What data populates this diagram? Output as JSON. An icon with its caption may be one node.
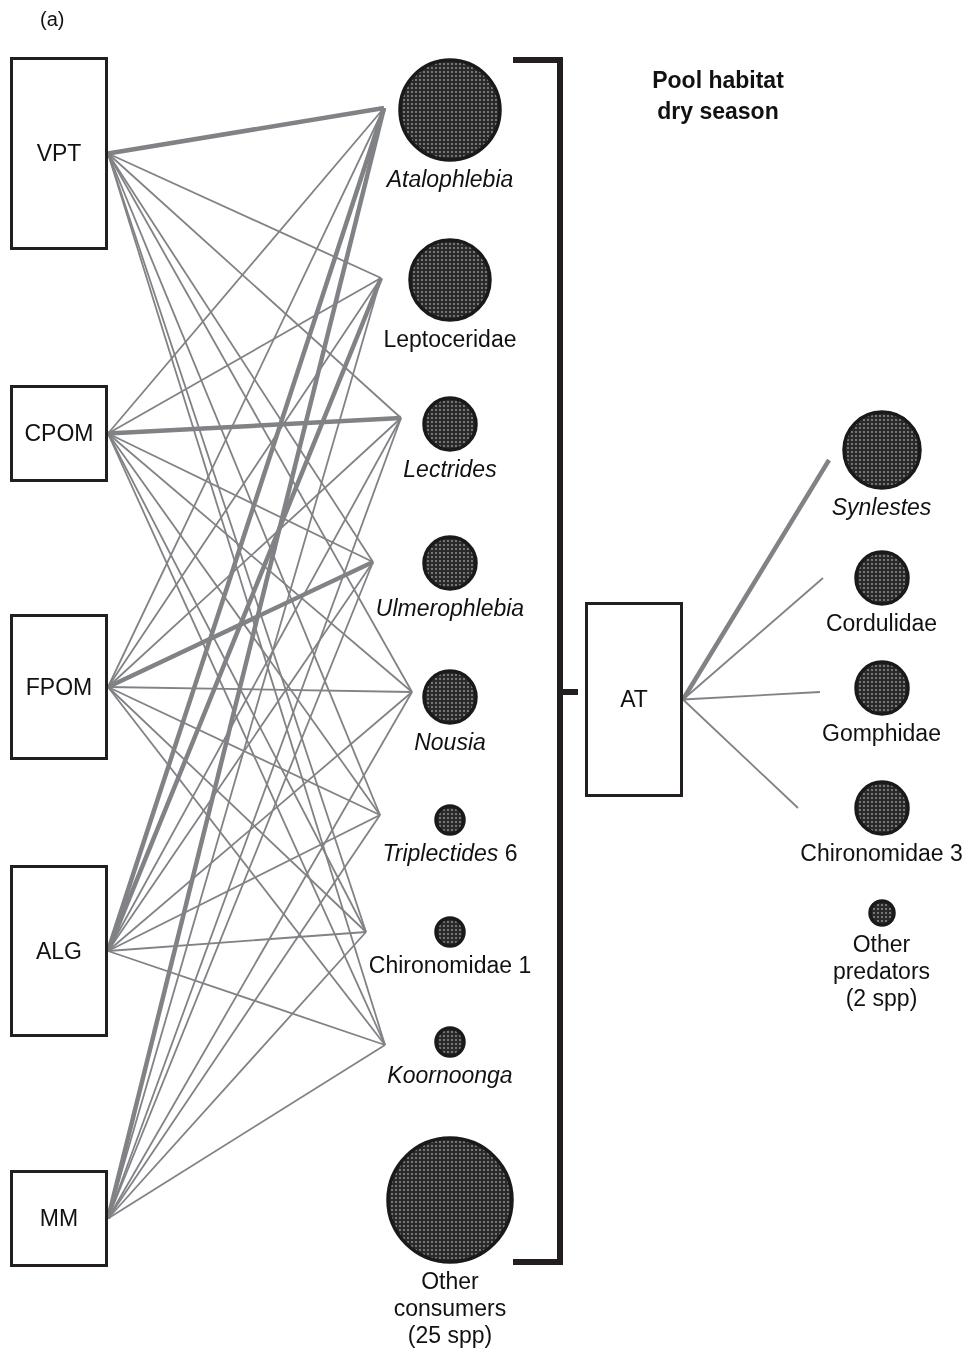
{
  "diagram": {
    "title": "Pool habitat dry season",
    "nodes": [
      {
        "text": [
          "VPT"
        ]
      },
      {
        "text": [
          "CPOM"
        ]
      },
      {
        "text": [
          "FPOM"
        ]
      },
      {
        "text": [
          "ALG"
        ]
      },
      {
        "text": [
          "MM"
        ]
      },
      {
        "text": [
          "*Atalophlebia*"
        ]
      },
      {
        "text": [
          "Leptoceridae"
        ]
      },
      {
        "text": [
          "*Lectrides*"
        ]
      },
      {
        "text": [
          "*Ulmerophlebia*"
        ]
      },
      {
        "text": [
          "*Nousia*"
        ]
      },
      {
        "text": [
          "*Triplectides* 6"
        ]
      },
      {
        "text": [
          "Chironomidae 1"
        ]
      },
      {
        "text": [
          "*Koornoonga*"
        ]
      },
      {
        "text": [
          "Other consumers (25 spp)"
        ]
      },
      {
        "text": [
          "AT"
        ]
      },
      {
        "text": [
          "*Synlestes*"
        ]
      },
      {
        "text": [
          "Cordulidae"
        ]
      },
      {
        "text": [
          "Gomphidae"
        ]
      },
      {
        "text": [
          "Chironomidae 3"
        ]
      },
      {
        "text": [
          "Other predators (2 spp)"
        ]
      }
    ],
    "edges": [
      {
        "from": 0,
        "to": 5,
        "arrow": "none",
        "style": "thick"
      },
      {
        "from": 0,
        "to": 6,
        "arrow": "none"
      },
      {
        "from": 0,
        "to": 7,
        "arrow": "none"
      },
      {
        "from": 0,
        "to": 8,
        "arrow": "none"
      },
      {
        "from": 0,
        "to": 9,
        "arrow": "none"
      },
      {
        "from": 0,
        "to": 10,
        "arrow": "none"
      },
      {
        "from": 0,
        "to": 11,
        "arrow": "none"
      },
      {
        "from": 0,
        "to": 12,
        "arrow": "none"
      },
      {
        "from": 1,
        "to": 5,
        "arrow": "none"
      },
      {
        "from": 1,
        "to": 6,
        "arrow": "none"
      },
      {
        "from": 1,
        "to": 7,
        "arrow": "none",
        "style": "thick"
      },
      {
        "from": 1,
        "to": 8,
        "arrow": "none"
      },
      {
        "from": 1,
        "to": 9,
        "arrow": "none"
      },
      {
        "from": 1,
        "to": 10,
        "arrow": "none"
      },
      {
        "from": 1,
        "to": 11,
        "arrow": "none"
      },
      {
        "from": 1,
        "to": 12,
        "arrow": "none"
      },
      {
        "from": 2,
        "to": 5,
        "arrow": "none"
      },
      {
        "from": 2,
        "to": 6,
        "arrow": "none"
      },
      {
        "from": 2,
        "to": 7,
        "arrow": "none"
      },
      {
        "from": 2,
        "to": 8,
        "arrow": "none",
        "style": "thick"
      },
      {
        "from": 2,
        "to": 9,
        "arrow": "none"
      },
      {
        "from": 2,
        "to": 10,
        "arrow": "none"
      },
      {
        "from": 2,
        "to": 11,
        "arrow": "none"
      },
      {
        "from": 2,
        "to": 12,
        "arrow": "none"
      },
      {
        "from": 3,
        "to": 5,
        "arrow": "none",
        "style": "thick"
      },
      {
        "from": 3,
        "to": 6,
        "arrow": "none",
        "style": "thick"
      },
      {
        "from": 3,
        "to": 7,
        "arrow": "none"
      },
      {
        "from": 3,
        "to": 8,
        "arrow": "none"
      },
      {
        "from": 3,
        "to": 9,
        "arrow": "none"
      },
      {
        "from": 3,
        "to": 10,
        "arrow": "none"
      },
      {
        "from": 3,
        "to": 11,
        "arrow": "none"
      },
      {
        "from": 3,
        "to": 12,
        "arrow": "none"
      },
      {
        "from": 4,
        "to": 5,
        "arrow": "none",
        "style": "thick"
      },
      {
        "from": 4,
        "to": 6,
        "arrow": "none"
      },
      {
        "from": 4,
        "to": 7,
        "arrow": "none"
      },
      {
        "from": 4,
        "to": 8,
        "arrow": "none"
      },
      {
        "from": 4,
        "to": 9,
        "arrow": "none"
      },
      {
        "from": 4,
        "to": 10,
        "arrow": "none"
      },
      {
        "from": 4,
        "to": 11,
        "arrow": "none"
      },
      {
        "from": 4,
        "to": 12,
        "arrow": "none"
      },
      {
        "from": 14,
        "to": 15,
        "arrow": "none",
        "style": "thick"
      },
      {
        "from": 14,
        "to": 16,
        "arrow": "none"
      },
      {
        "from": 14,
        "to": 17,
        "arrow": "none"
      },
      {
        "from": 14,
        "to": 18,
        "arrow": "none"
      }
    ],
    "labels": [
      "(a)"
    ]
  }
}
